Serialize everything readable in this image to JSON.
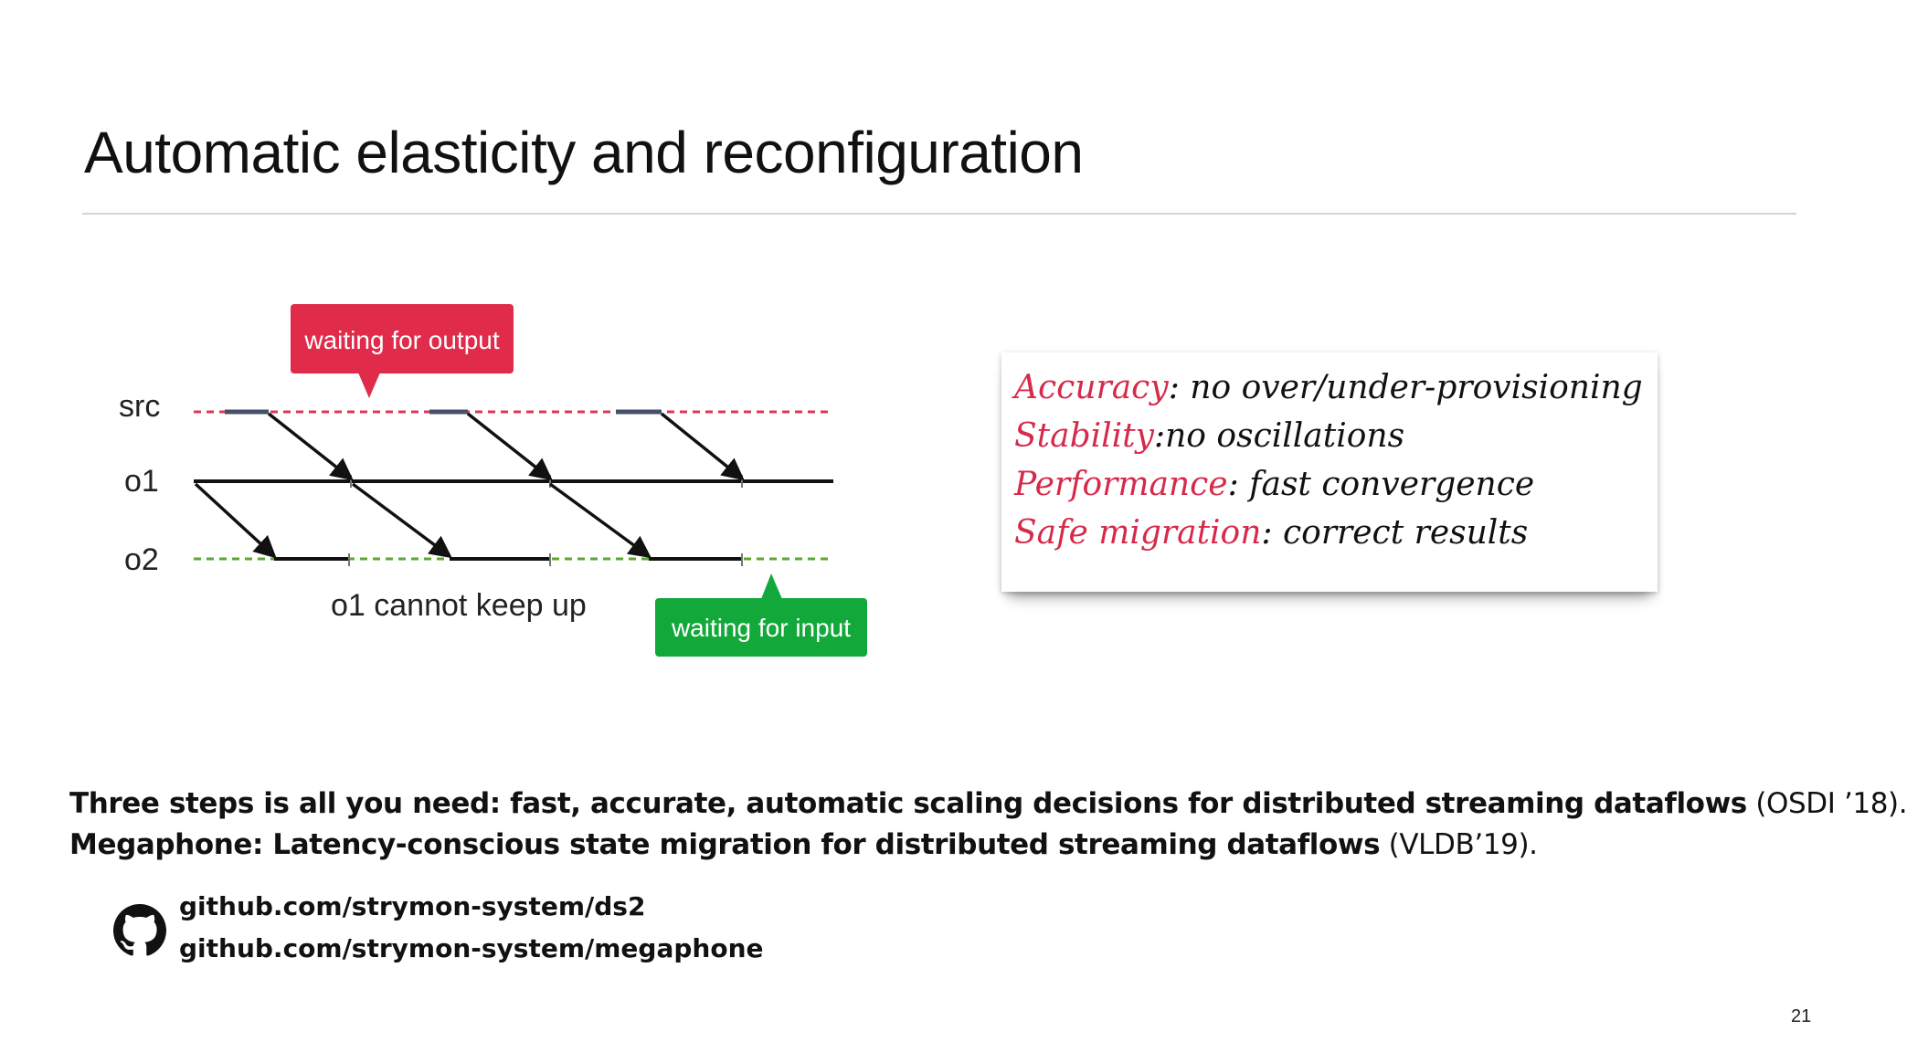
{
  "slide": {
    "title": "Automatic elasticity and reconfiguration",
    "page_number": "21"
  },
  "diagram": {
    "rows": [
      {
        "label": "src",
        "line_style": "dashed",
        "color": "#e0345a"
      },
      {
        "label": "o1",
        "line_style": "solid",
        "color": "#111111"
      },
      {
        "label": "o2",
        "line_style": "dashed",
        "color": "#5aa832"
      }
    ],
    "caption": "o1 cannot keep up",
    "callouts": [
      {
        "text": "waiting for output",
        "color": "#e02b4a"
      },
      {
        "text": "waiting for input",
        "color": "#12a83a"
      }
    ]
  },
  "properties": [
    {
      "key": "Accuracy",
      "sep": ": ",
      "value": "no over/under-provisioning"
    },
    {
      "key": "Stability",
      "sep": ":",
      "value": "no oscillations"
    },
    {
      "key": "Performance",
      "sep": ": ",
      "value": "fast convergence"
    },
    {
      "key": "Safe migration",
      "sep": ": ",
      "value": "correct results"
    }
  ],
  "references": [
    {
      "title": "Three steps is all you need: fast, accurate, automatic scaling decisions for distributed streaming dataflows",
      "venue": " (OSDI ’18)."
    },
    {
      "title": "Megaphone: Latency-conscious state migration for distributed streaming dataflows",
      "venue": " (VLDB’19)."
    }
  ],
  "links": [
    "github.com/strymon-system/ds2",
    "github.com/strymon-system/megaphone"
  ],
  "icons": {
    "repo_icon": "github-icon"
  },
  "colors": {
    "accent_red": "#e02b4a",
    "accent_green": "#12a83a",
    "property_key": "#d62a4a"
  }
}
